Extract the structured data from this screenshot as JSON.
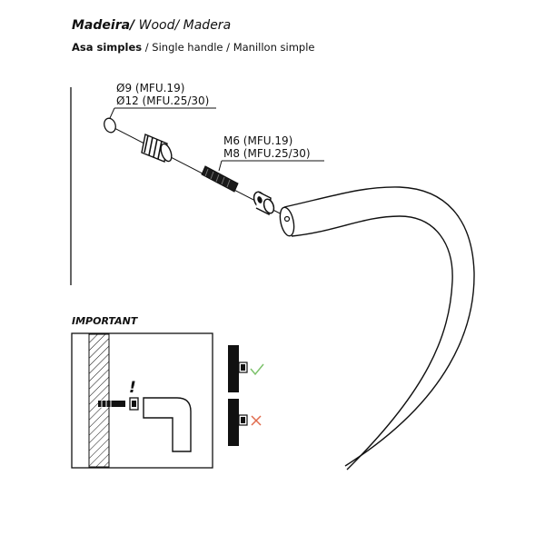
{
  "title": {
    "pt": "Madeira/",
    "en": " Wood/",
    "es": " Madera"
  },
  "subtitle": {
    "pt": "Asa  simples",
    "sep1": " / ",
    "en": "Single handle",
    "sep2": " / ",
    "es": "Manillon simple"
  },
  "labels": {
    "hole_small": "Ø9 (MFU.19)",
    "hole_large": "Ø12 (MFU.25/30)",
    "screw_small": "M6 (MFU.19)",
    "screw_large": "M8 (MFU.25/30)"
  },
  "important": {
    "heading": "IMPORTANT",
    "warning_mark": "!"
  },
  "colors": {
    "line": "#111111",
    "correct": "#7cc26b",
    "wrong": "#e06a4c"
  },
  "icons": [
    "check-icon",
    "cross-icon",
    "exclamation-icon"
  ]
}
